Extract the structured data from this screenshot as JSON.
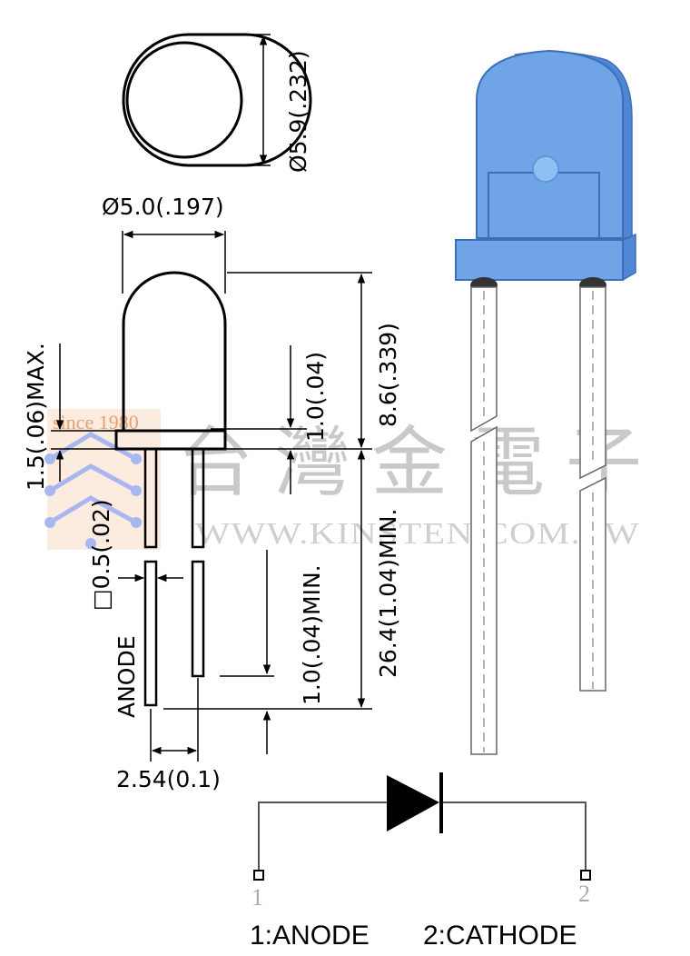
{
  "dimensions": {
    "lens_flange_diameter": "Ø5.9(.232)",
    "body_diameter": "Ø5.0(.197)",
    "flange_thickness_max": "1.5(.06)MAX.",
    "standoff": "1.0(.04)",
    "body_height": "8.6(.339)",
    "lead_square": "□0.5(.02)",
    "lead_cut_min": "1.0(.04)MIN.",
    "lead_length_min": "26.4(1.04)MIN.",
    "lead_spacing": "2.54(0.1)"
  },
  "pin_label_side": "ANODE",
  "watermark": {
    "since": "since 1980",
    "chars": [
      "台",
      "灣",
      "金",
      "電",
      "子"
    ],
    "url": "WWW.KINSTEN.COM.TW"
  },
  "schematic": {
    "pin1_number": "1",
    "pin2_number": "2",
    "pin1_label": "1:ANODE",
    "pin2_label": "2:CATHODE"
  },
  "colors": {
    "led_body": "#6fa4e6",
    "led_body_dark": "#4f87d6",
    "watermark_text": "#c9c9c9",
    "watermark_logo": "#a9b7f0",
    "watermark_since": "#f3b488"
  }
}
